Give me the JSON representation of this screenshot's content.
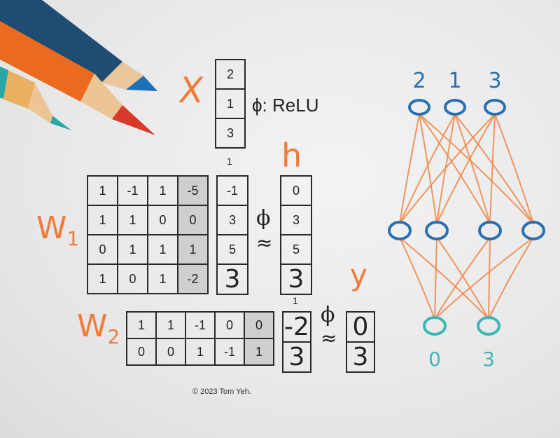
{
  "labels": {
    "x": "X",
    "h": "h",
    "y": "y",
    "w1_main": "W",
    "w1_sub": "1",
    "w2_main": "W",
    "w2_sub": "2",
    "relu": "ϕ: ReLU",
    "phi": "ϕ",
    "approx": "≈",
    "bias_one": "1",
    "copyright": "© 2023 Tom Yeh."
  },
  "x_vector": [
    "2",
    "1",
    "3"
  ],
  "w1_matrix": [
    [
      "1",
      "-1",
      "1",
      "-5"
    ],
    [
      "1",
      "1",
      "0",
      "0"
    ],
    [
      "0",
      "1",
      "1",
      "1"
    ],
    [
      "1",
      "0",
      "1",
      "-2"
    ]
  ],
  "w1_out": [
    "-1",
    "3",
    "5",
    "3"
  ],
  "h_vector": [
    "0",
    "3",
    "5",
    "3"
  ],
  "w2_matrix": [
    [
      "1",
      "1",
      "-1",
      "0",
      "0"
    ],
    [
      "0",
      "0",
      "1",
      "-1",
      "1"
    ]
  ],
  "w2_out": [
    "-2",
    "3"
  ],
  "y_vector": [
    "0",
    "3"
  ],
  "network": {
    "input_values": [
      "2",
      "1",
      "3"
    ],
    "output_values": [
      "0",
      "3"
    ],
    "input_color": "#2a6fb0",
    "hidden_color": "#2a6fb0",
    "output_color": "#3fb6b6",
    "edge_color": "#f08a4b"
  }
}
